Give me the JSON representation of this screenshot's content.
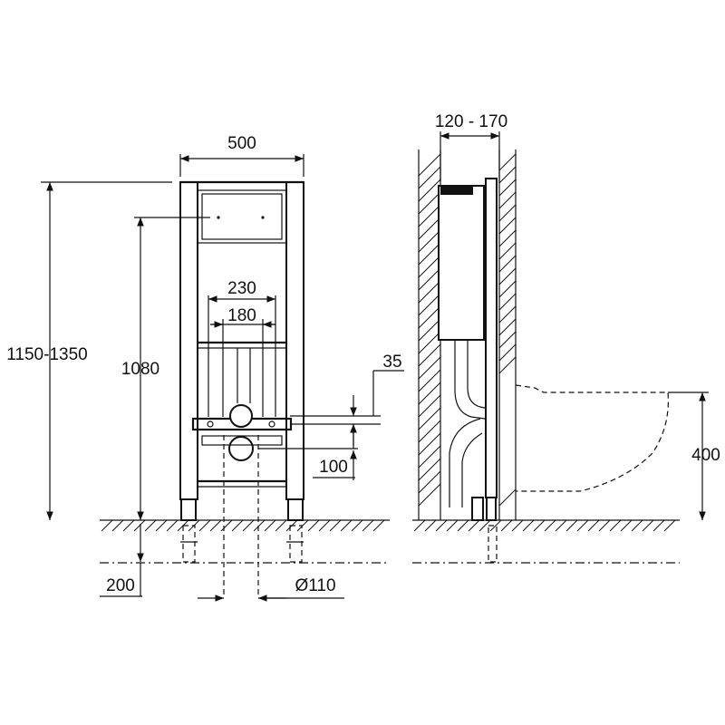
{
  "dimensions": {
    "frame_width": "500",
    "total_height": "1150-1350",
    "height_1080": "1080",
    "width_230": "230",
    "width_180": "180",
    "offset_35": "35",
    "offset_100": "100",
    "depth_200": "200",
    "pipe_diameter": "Ø110",
    "wall_depth": "120 - 170",
    "bowl_height": "400"
  },
  "colors": {
    "line": "#111111",
    "background": "#ffffff"
  }
}
